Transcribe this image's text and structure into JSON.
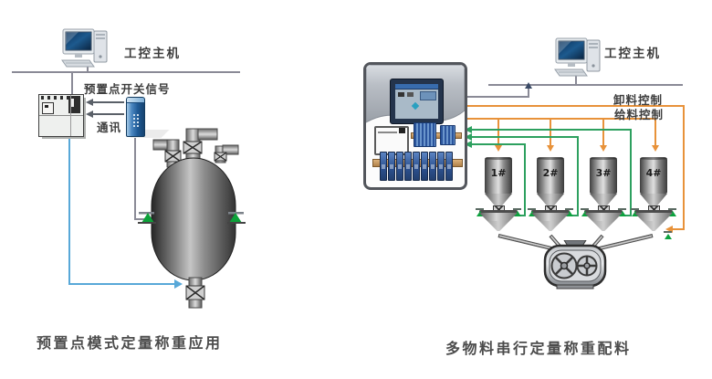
{
  "left": {
    "host_label": "工控主机",
    "signal_label": "预置点开关信号",
    "comm_label": "通讯",
    "caption": "预置点模式定量称重应用"
  },
  "right": {
    "host_label": "工控主机",
    "discharge_label": "卸料控制",
    "feed_label": "给料控制",
    "hoppers": [
      {
        "label": "1#"
      },
      {
        "label": "2#"
      },
      {
        "label": "3#"
      },
      {
        "label": "4#"
      }
    ],
    "caption": "多物料串行定量称重配料"
  },
  "colors": {
    "bus_gray": "#8a8a96",
    "signal_blue": "#58a8d8",
    "control_orange": "#e8923a",
    "loadcell_green": "#2da05f",
    "text": "#3d3d3d"
  }
}
